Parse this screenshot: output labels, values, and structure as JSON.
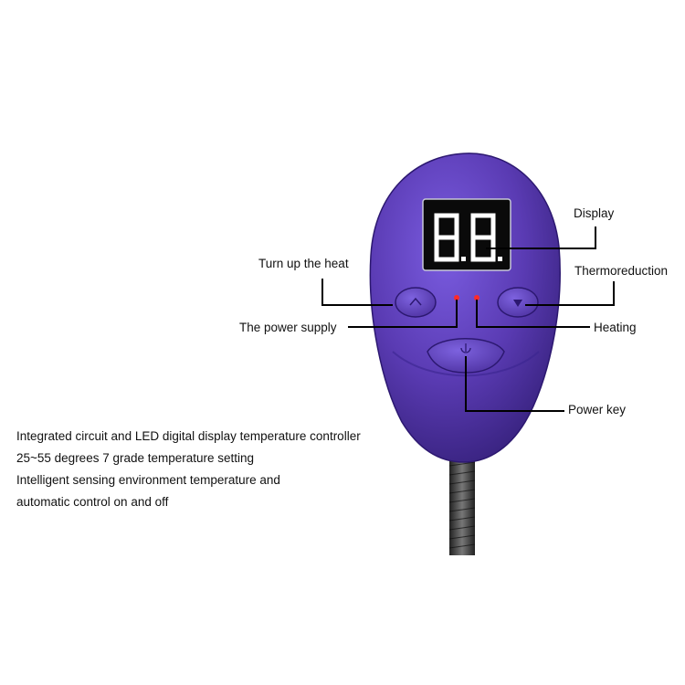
{
  "device": {
    "display_text": "8.8.",
    "body_color": "#5a3bb3",
    "led_color": "#ff2a2a",
    "display_color": "#ffffff"
  },
  "callouts": {
    "display": "Display",
    "turn_up_heat": "Turn up the heat",
    "thermoreduction": "Thermoreduction",
    "power_supply": "The power supply",
    "heating": "Heating",
    "power_key": "Power key"
  },
  "description": [
    "Integrated circuit and LED digital display temperature controller",
    "25~55 degrees 7 grade temperature setting",
    "Intelligent sensing environment temperature and",
    "automatic control on and off"
  ]
}
